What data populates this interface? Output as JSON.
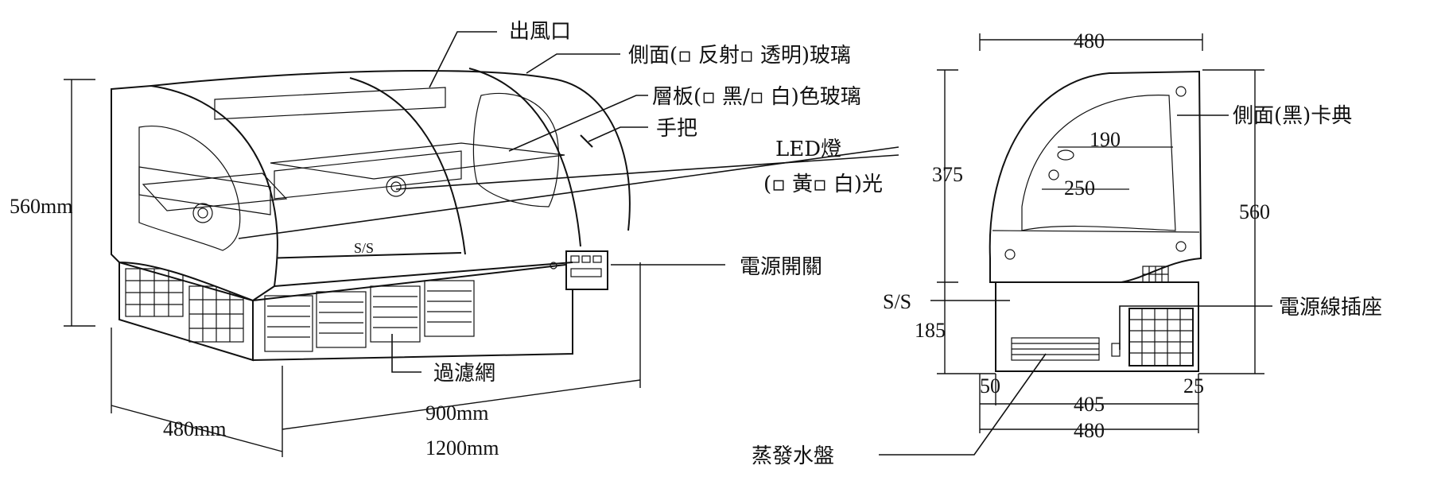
{
  "front_view": {
    "labels": {
      "air_outlet": "出風口",
      "side_glass": "側面(▫ 反射▫ 透明)玻璃",
      "shelf_glass": "層板(▫ 黑/▫ 白)色玻璃",
      "handle": "手把",
      "led_light_line1": "LED燈",
      "led_light_line2": "(▫ 黃▫ 白)光",
      "power_switch": "電源開關",
      "filter_mesh": "過濾網",
      "ss_body": "S/S"
    },
    "dimensions": {
      "height": "560mm",
      "depth": "480mm",
      "width_1": "900mm",
      "width_2": "1200mm"
    }
  },
  "side_view": {
    "labels": {
      "side_panel": "側面(黑)卡典",
      "ss_base": "S/S",
      "power_socket": "電源線插座",
      "evaporator_tray": "蒸發水盤"
    },
    "dimensions": {
      "top_depth": "480",
      "inner_upper": "190",
      "inner_lower": "250",
      "upper_height": "375",
      "total_height": "560",
      "base_height": "185",
      "left_offset": "50",
      "base_width": "405",
      "right_offset": "25",
      "bottom_depth": "480"
    }
  }
}
